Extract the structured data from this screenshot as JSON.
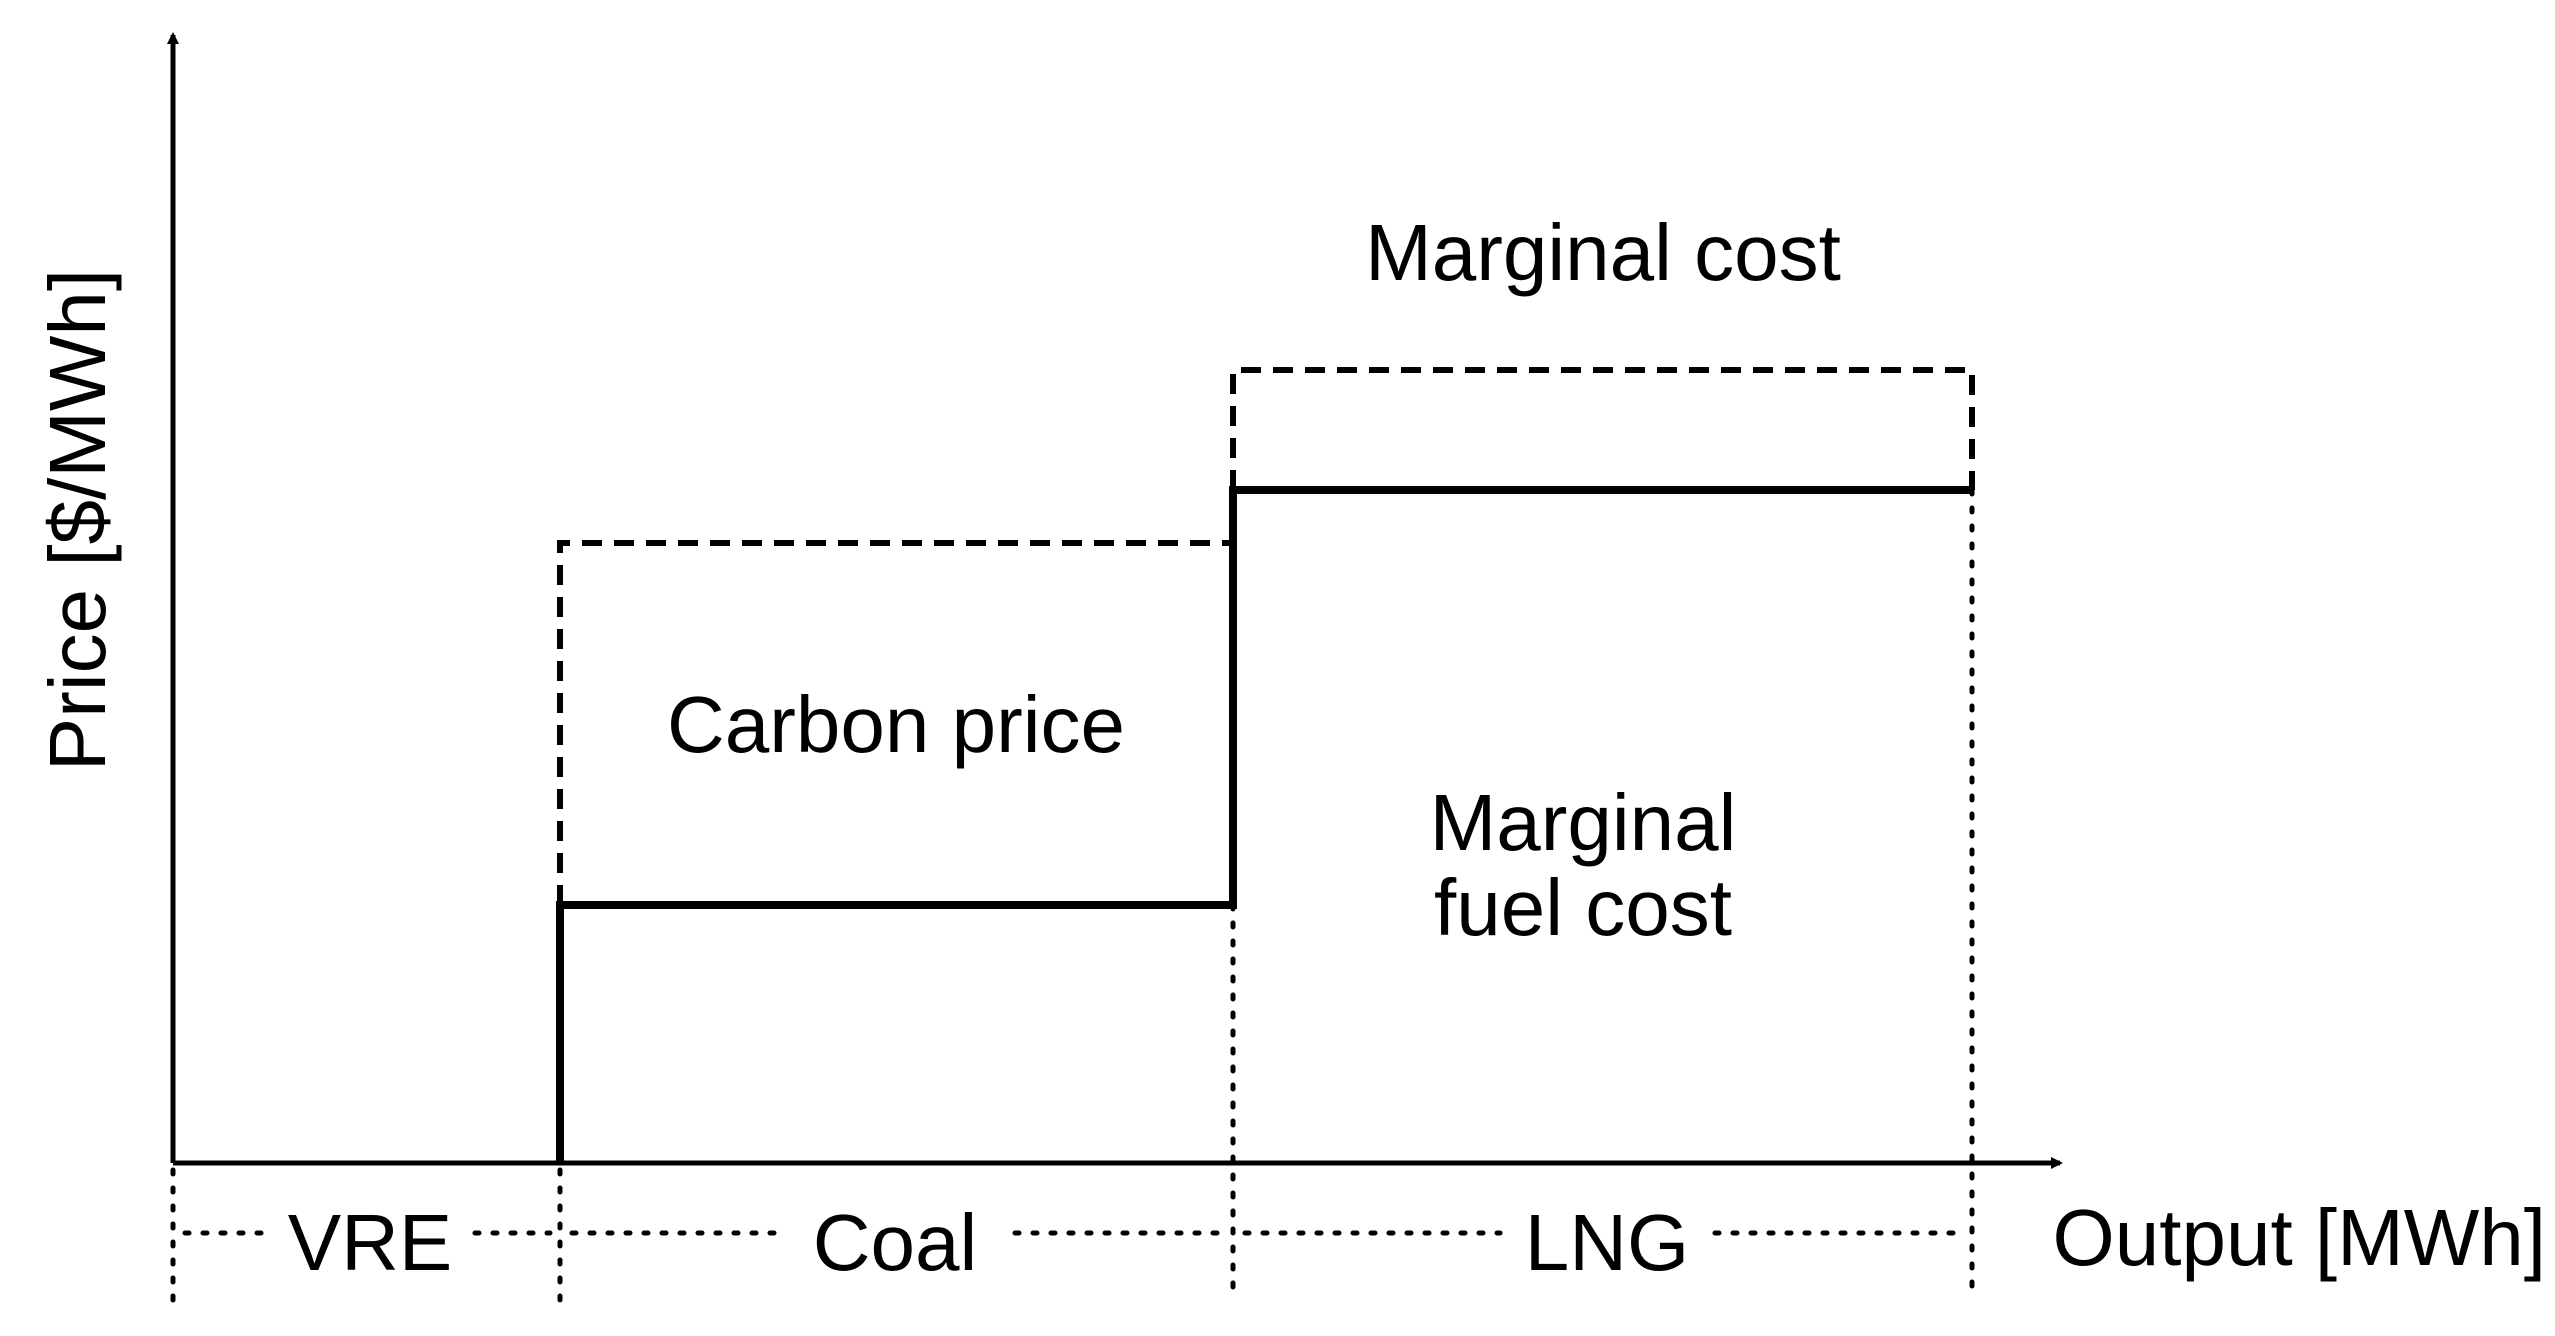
{
  "axes": {
    "y_label": "Price [$/MWh]",
    "x_label": "Output [MWh]"
  },
  "annotations": {
    "marginal_cost": "Marginal cost",
    "carbon_price": "Carbon price",
    "marginal_fuel_cost_line1": "Marginal",
    "marginal_fuel_cost_line2": "fuel cost"
  },
  "segments": [
    "VRE",
    "Coal",
    "LNG"
  ],
  "colors": {
    "ink": "#000000",
    "background": "#ffffff"
  }
}
